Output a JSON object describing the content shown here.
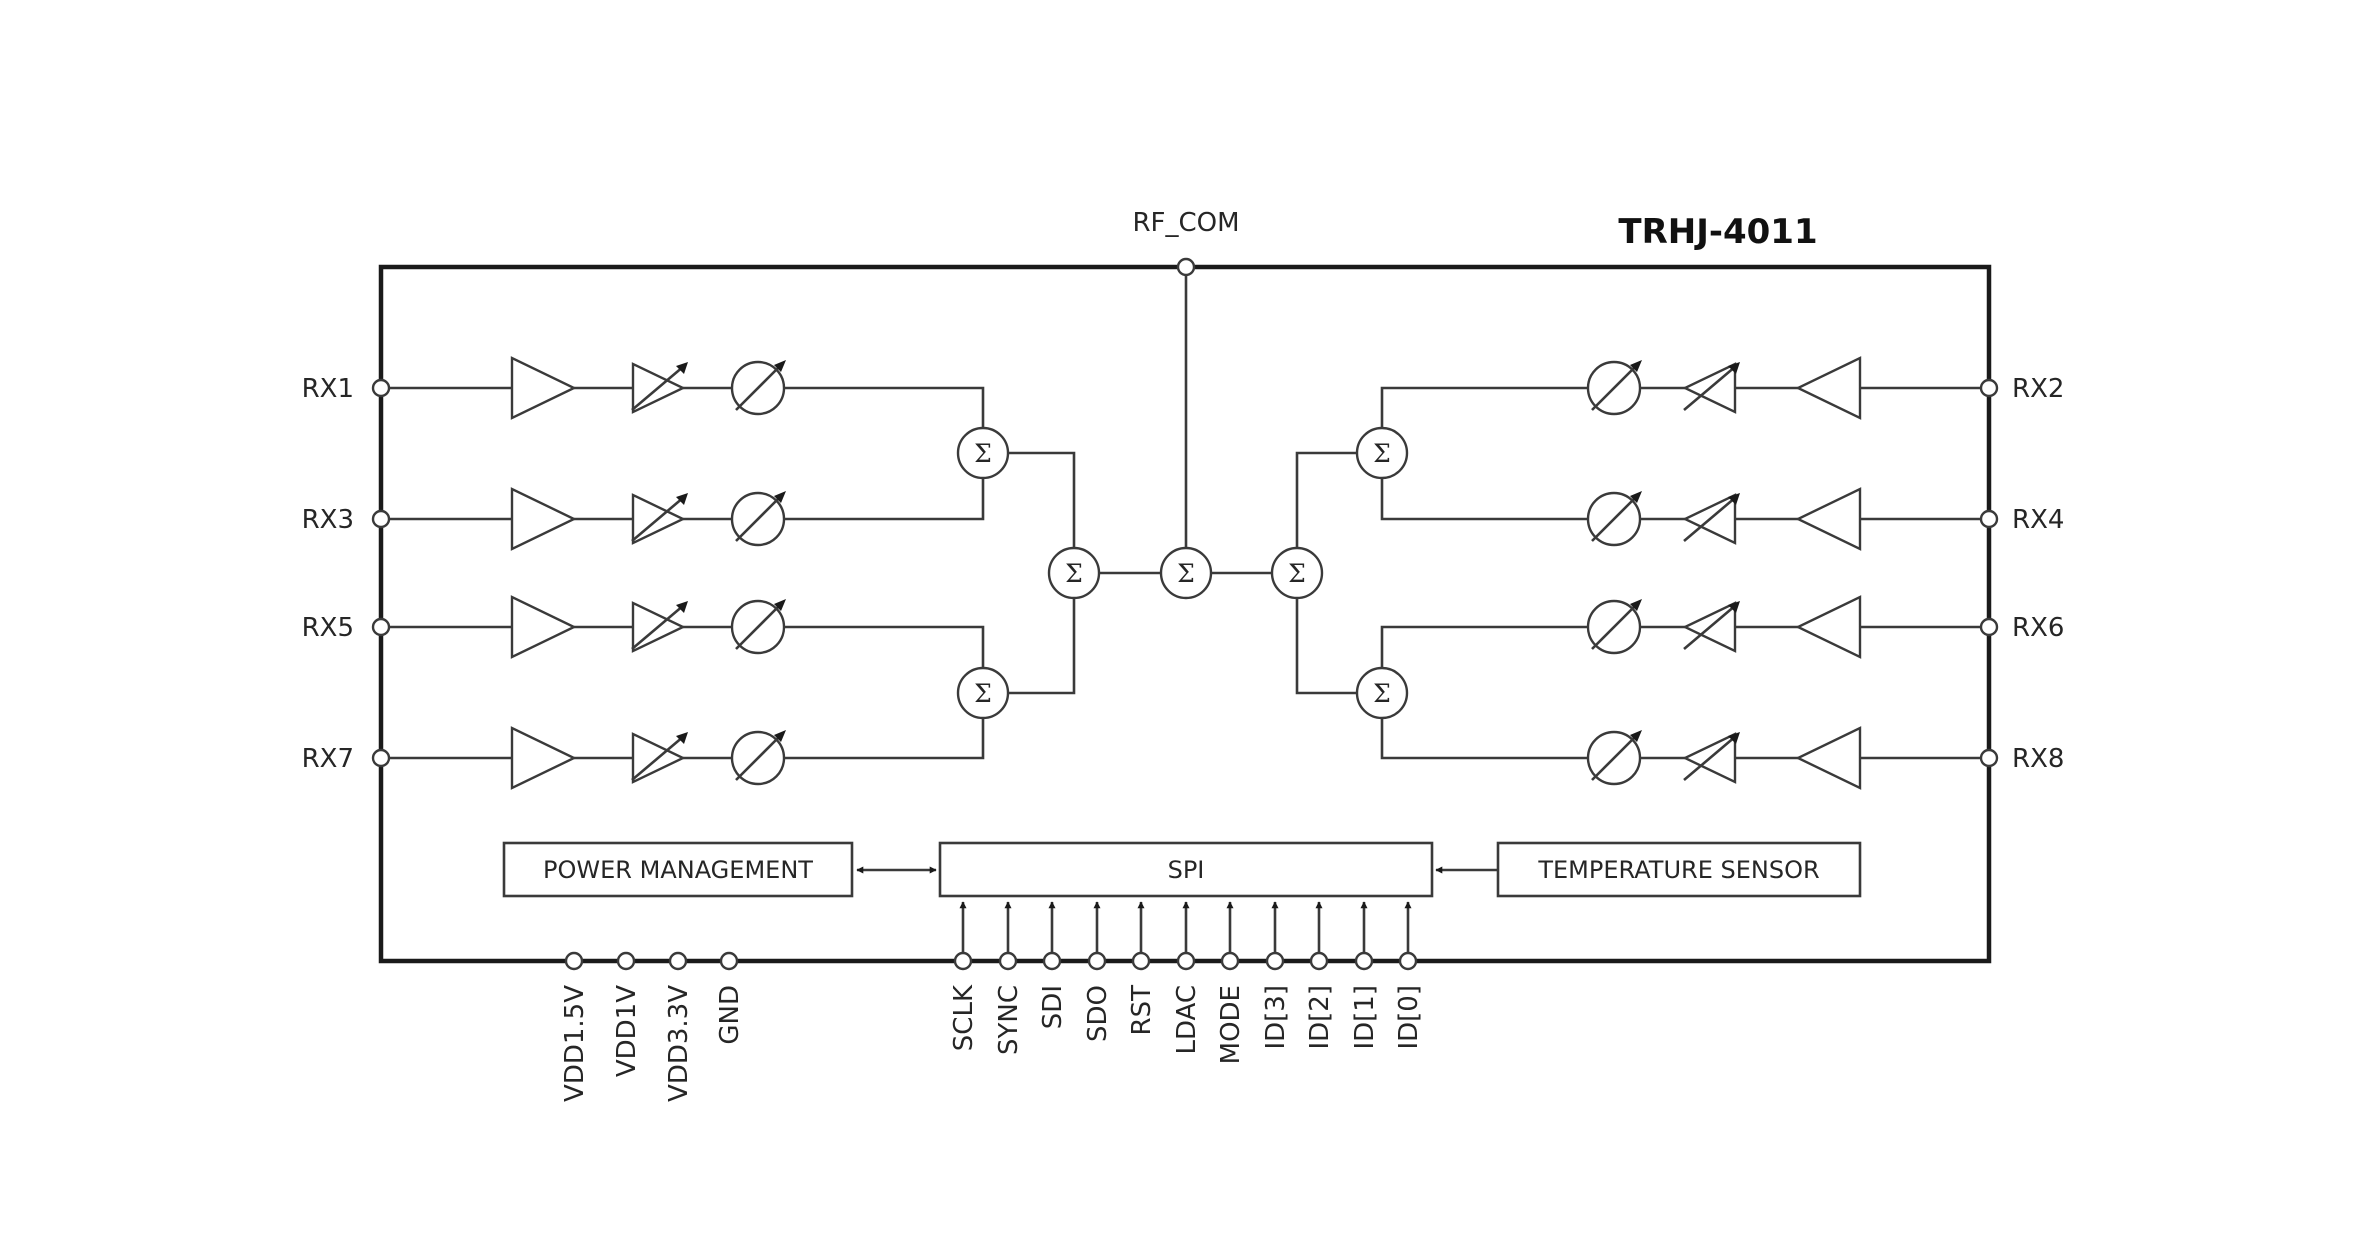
{
  "title": "TRHJ-4011",
  "common_port": "RF_COM",
  "sum_symbol": "Σ",
  "left_ports": [
    "RX1",
    "RX3",
    "RX5",
    "RX7"
  ],
  "right_ports": [
    "RX2",
    "RX4",
    "RX6",
    "RX8"
  ],
  "blocks": {
    "power": "POWER MANAGEMENT",
    "spi": "SPI",
    "temp": "TEMPERATURE SENSOR"
  },
  "power_pins": [
    "VDD1.5V",
    "VDD1V",
    "VDD3.3V",
    "GND"
  ],
  "control_pins": [
    "SCLK",
    "SYNC",
    "SDI",
    "SDO",
    "RST",
    "LDAC",
    "MODE",
    "ID[3]",
    "ID[2]",
    "ID[1]",
    "ID[0]"
  ]
}
